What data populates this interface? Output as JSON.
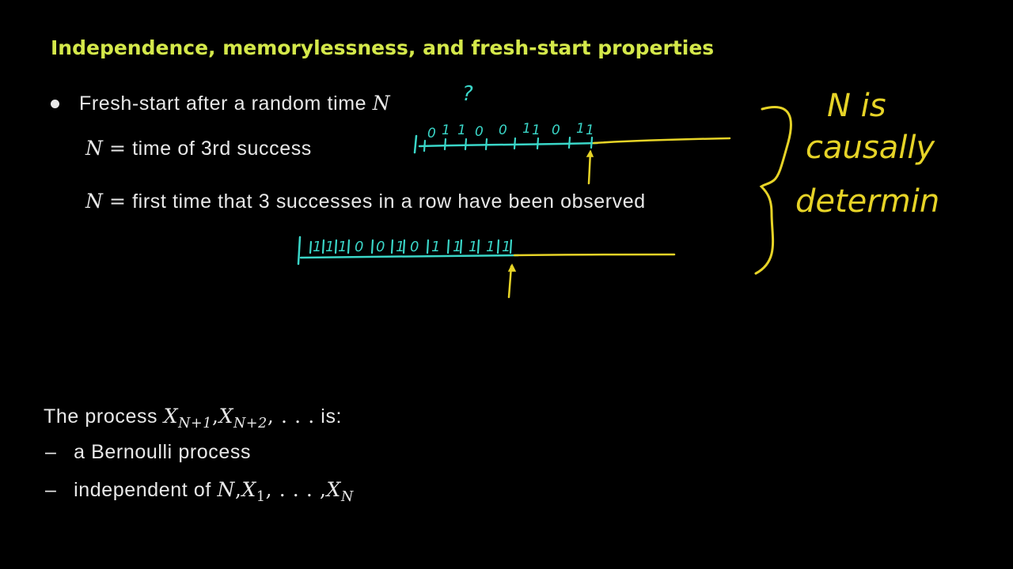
{
  "slide": {
    "title": "Independence, memorylessness, and fresh-start properties",
    "bullet": {
      "text": "Fresh-start after a random time",
      "var": "N"
    },
    "def1": {
      "var": "N",
      "eq": "=",
      "text": "time of 3rd success"
    },
    "def2": {
      "var": "N",
      "eq": "=",
      "text": "first time that 3 successes in a row have been observed"
    },
    "process": {
      "intro": "The process",
      "x1": "X",
      "x1_sub": "N+1",
      "comma1": ",",
      "x2": "X",
      "x2_sub": "N+2",
      "ellipsis": ", . . .",
      "is": "is:"
    },
    "dash1": {
      "dash": "–",
      "text": "a Bernoulli process"
    },
    "dash2": {
      "dash": "–",
      "text": "independent of",
      "math_n": "N",
      "math_x": "X",
      "sub1": "1",
      "dots": ", . . . ,",
      "sub_n": "N"
    }
  },
  "annotations": {
    "question_mark": "?",
    "seq1": [
      "0",
      "1",
      "1",
      "0",
      "0",
      "1",
      "1",
      "0",
      "1",
      "1"
    ],
    "seq2": [
      "1",
      "1",
      "1",
      "0",
      "0",
      "1",
      "0",
      "1",
      "1",
      "1",
      "1",
      "1"
    ],
    "note_line1": "N is",
    "note_line2": "causally",
    "note_line3": "determin",
    "ink_colors": {
      "cyan": "#3ad6c8",
      "yellow": "#e6d327"
    }
  }
}
